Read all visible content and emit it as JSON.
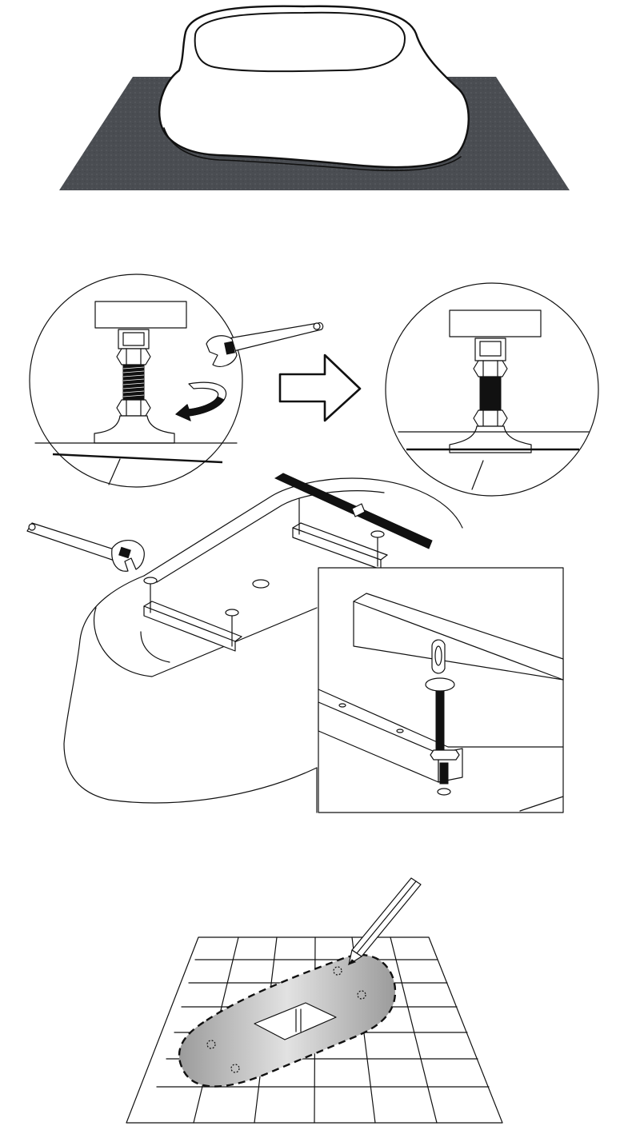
{
  "steps": [
    {
      "name": "bathtub-on-floor-mat"
    },
    {
      "name": "adjust-leveling-feet"
    },
    {
      "name": "mark-floor-outline"
    }
  ],
  "colors": {
    "line": "#111111",
    "floor_mat": "#4a4d52",
    "outline_fill": "#a9a9a9",
    "background": "#ffffff"
  },
  "icons": [
    "wrench-icon",
    "rotate-arrow-icon",
    "right-arrow-icon",
    "spirit-level-icon",
    "pencil-icon"
  ]
}
